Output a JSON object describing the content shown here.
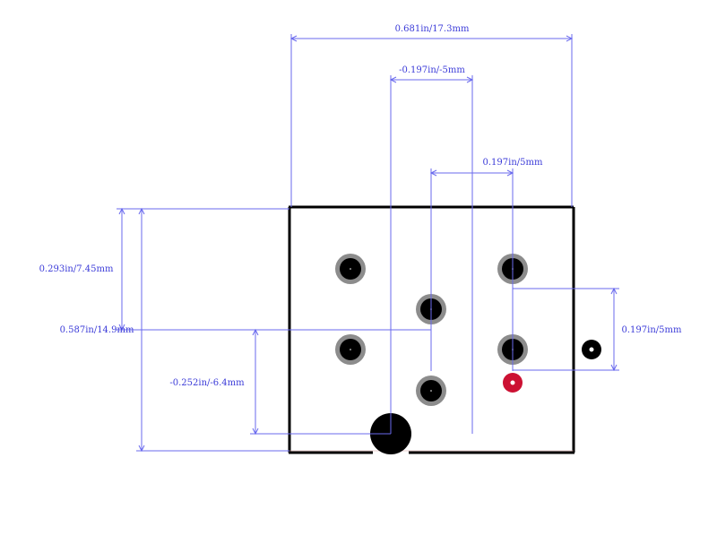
{
  "colors": {
    "dimension": "#6a6aee",
    "dimension_text": "#3a3ad8",
    "outline": "#000000",
    "pad_ring": "#8c8c8c",
    "pin1_pad": "#cc1133",
    "background": "#ffffff"
  },
  "dimensions": {
    "overall_width": "0.681in/17.3mm",
    "top_offset": "-0.197in/-5mm",
    "row_pitch_top": "0.197in/5mm",
    "left_height_upper": "0.293in/7.45mm",
    "overall_height": "0.587in/14.9mm",
    "left_offset_lower": "-0.252in/-6.4mm",
    "right_pitch": "0.197in/5mm"
  }
}
